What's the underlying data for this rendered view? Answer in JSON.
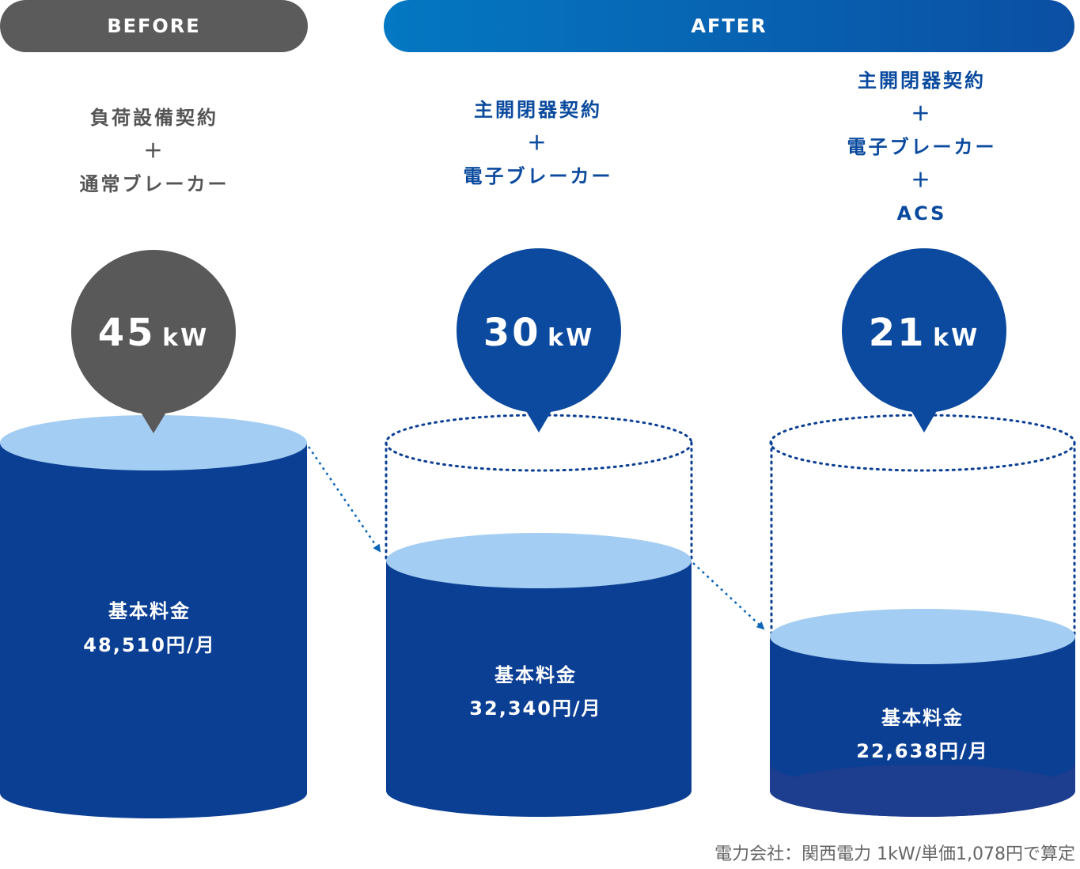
{
  "header": {
    "before_label": "BEFORE",
    "after_label": "AFTER"
  },
  "columns": [
    {
      "contract_lines": [
        "負荷設備契約",
        "＋",
        "通常ブレーカー"
      ],
      "capacity_value": "45",
      "capacity_unit": "kW",
      "fee_label": "基本料金",
      "fee_value": "48,510円/月",
      "bubble_color": "#595959"
    },
    {
      "contract_lines": [
        "主開閉器契約",
        "＋",
        "電子ブレーカー"
      ],
      "capacity_value": "30",
      "capacity_unit": "kW",
      "fee_label": "基本料金",
      "fee_value": "32,340円/月",
      "bubble_color": "#0b4a9e"
    },
    {
      "contract_lines": [
        "主開閉器契約",
        "＋",
        "電子ブレーカー",
        "＋",
        "ACS"
      ],
      "capacity_value": "21",
      "capacity_unit": "kW",
      "fee_label": "基本料金",
      "fee_value": "22,638円/月",
      "bubble_color": "#0b4a9e"
    }
  ],
  "colors": {
    "cylinder_body": "#0b3f93",
    "cylinder_top": "#a3cdf2",
    "cylinder_base": "#1d3d8f",
    "dotted_outline": "#0b3f93",
    "arrow": "#0b66b8"
  },
  "footnote": "電力会社：関西電力 1kW/単価1,078円で算定"
}
